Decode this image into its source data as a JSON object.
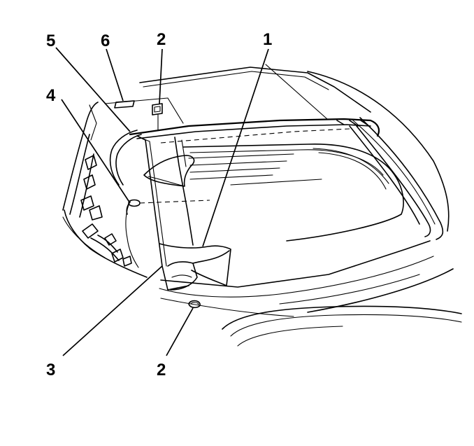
{
  "callouts": {
    "c1": "1",
    "c2_top": "2",
    "c2_bottom": "2",
    "c3": "3",
    "c4": "4",
    "c5": "5",
    "c6": "6"
  },
  "colors": {
    "line": "#000000",
    "background": "#ffffff"
  }
}
